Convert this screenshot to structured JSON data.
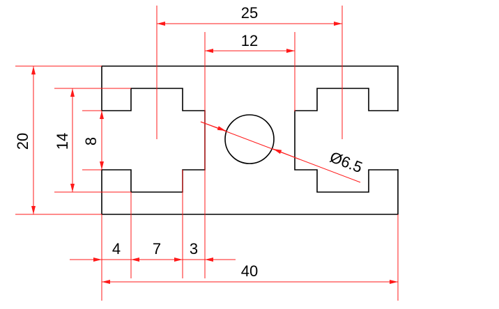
{
  "drawing": {
    "colors": {
      "outline": "#000000",
      "dimension": "#ff1a1a",
      "background": "#ffffff"
    },
    "dimensions": {
      "overall_width": "40",
      "overall_height": "20",
      "slot_height_outer": "14",
      "slot_height_inner": "8",
      "slot_pitch": "25",
      "center_web": "12",
      "lip_width": "4",
      "slot_inner_width": "7",
      "web_offset": "3",
      "hole_diameter": "Ø6.5"
    }
  }
}
